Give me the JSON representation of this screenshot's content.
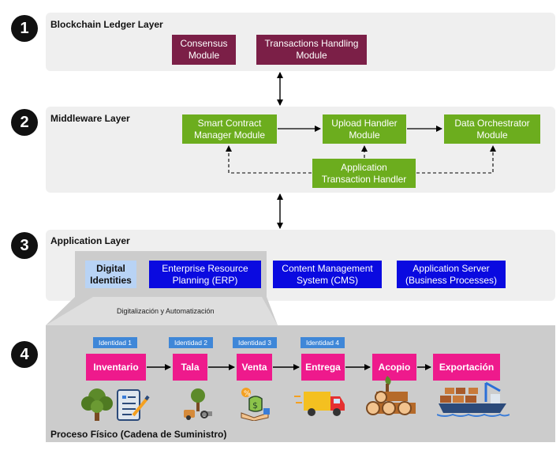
{
  "layers": [
    {
      "number": "1",
      "title": "Blockchain Ledger Layer"
    },
    {
      "number": "2",
      "title": "Middleware Layer"
    },
    {
      "number": "3",
      "title": "Application Layer"
    },
    {
      "number": "4",
      "title": "Proceso Físico (Cadena de Suministro)"
    }
  ],
  "blockchain": {
    "consensus": "Consensus Module",
    "transactions": "Transactions Handling Module"
  },
  "middleware": {
    "smart_contract": "Smart Contract Manager Module",
    "upload_handler": "Upload Handler Module",
    "data_orchestrator": "Data Orchestrator Module",
    "app_tx_handler": "Application Transaction Handler"
  },
  "application": {
    "digital_identities": "Digital Identities",
    "erp": "Enterprise Resource Planning (ERP)",
    "cms": "Content Management System (CMS)",
    "app_server": "Application Server (Business Processes)"
  },
  "digitalization_label": "Digitalización y Automatización",
  "process": {
    "steps": [
      "Inventario",
      "Tala",
      "Venta",
      "Entrega",
      "Acopio",
      "Exportación"
    ],
    "identities": [
      "Identidad 1",
      "Identidad 2",
      "Identidad 3",
      "Identidad 4"
    ]
  },
  "icons": [
    "tree-icon",
    "checklist-icon",
    "logging-icon",
    "money-hand-icon",
    "delivery-truck-icon",
    "logs-icon",
    "cargo-ship-icon"
  ]
}
